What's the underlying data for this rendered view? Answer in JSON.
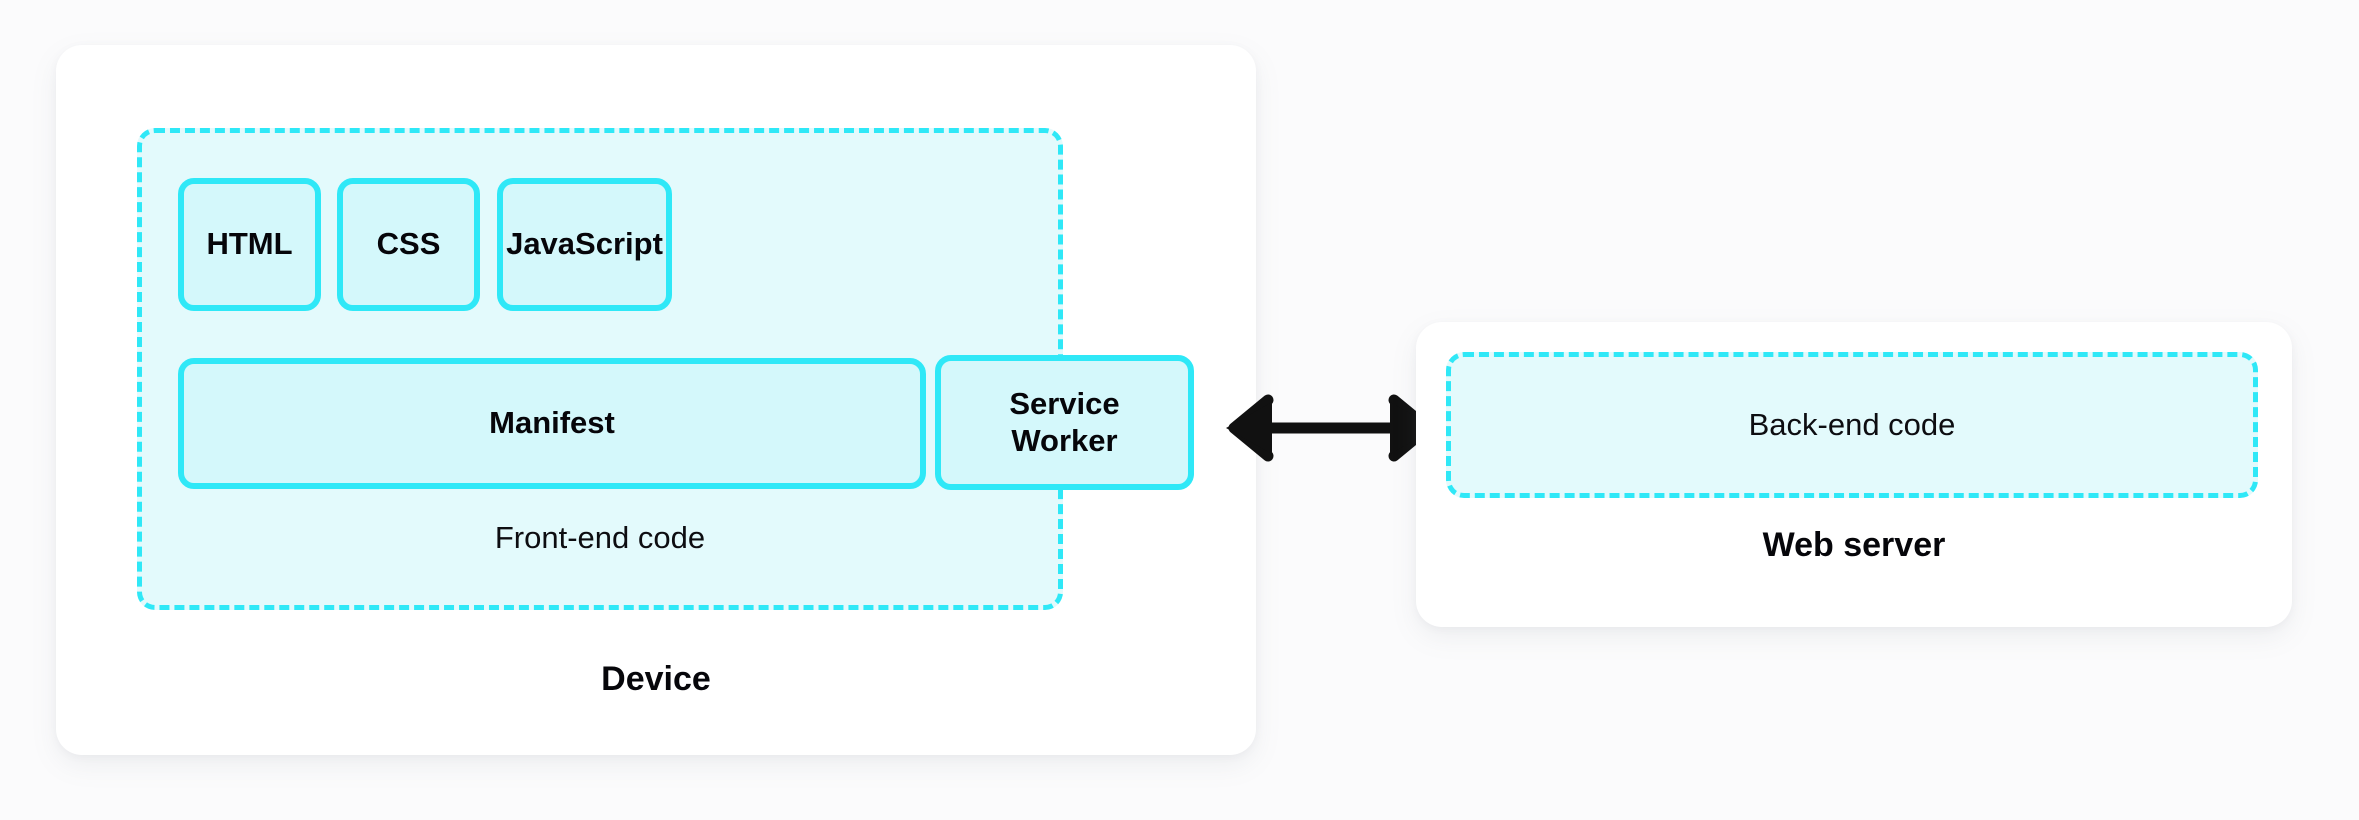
{
  "theme": {
    "page_background": "#fbfbfc",
    "card_background": "#ffffff",
    "accent_border": "#2fe8f7",
    "group_fill": "#e3fafc",
    "box_fill": "#d4f8fb",
    "text_color": "#06060a",
    "arrow_color": "#111111"
  },
  "device": {
    "caption": "Device",
    "frontend_group": {
      "caption": "Front-end code",
      "border_style": "dashed",
      "boxes": [
        {
          "label": "HTML",
          "border_style": "solid"
        },
        {
          "label": "CSS",
          "border_style": "solid"
        },
        {
          "label": "JavaScript",
          "border_style": "solid"
        },
        {
          "label": "Manifest",
          "border_style": "solid"
        }
      ]
    },
    "service_worker": {
      "label_line1": "Service",
      "label_line2": "Worker",
      "border_style": "solid-inside-dotted-outside",
      "note": "straddles the front-end code boundary"
    }
  },
  "connector": {
    "icon": "double-headed-arrow-icon",
    "direction": "bidirectional"
  },
  "server": {
    "caption": "Web server",
    "backend_group": {
      "caption": "Back-end code",
      "border_style": "dashed"
    }
  }
}
